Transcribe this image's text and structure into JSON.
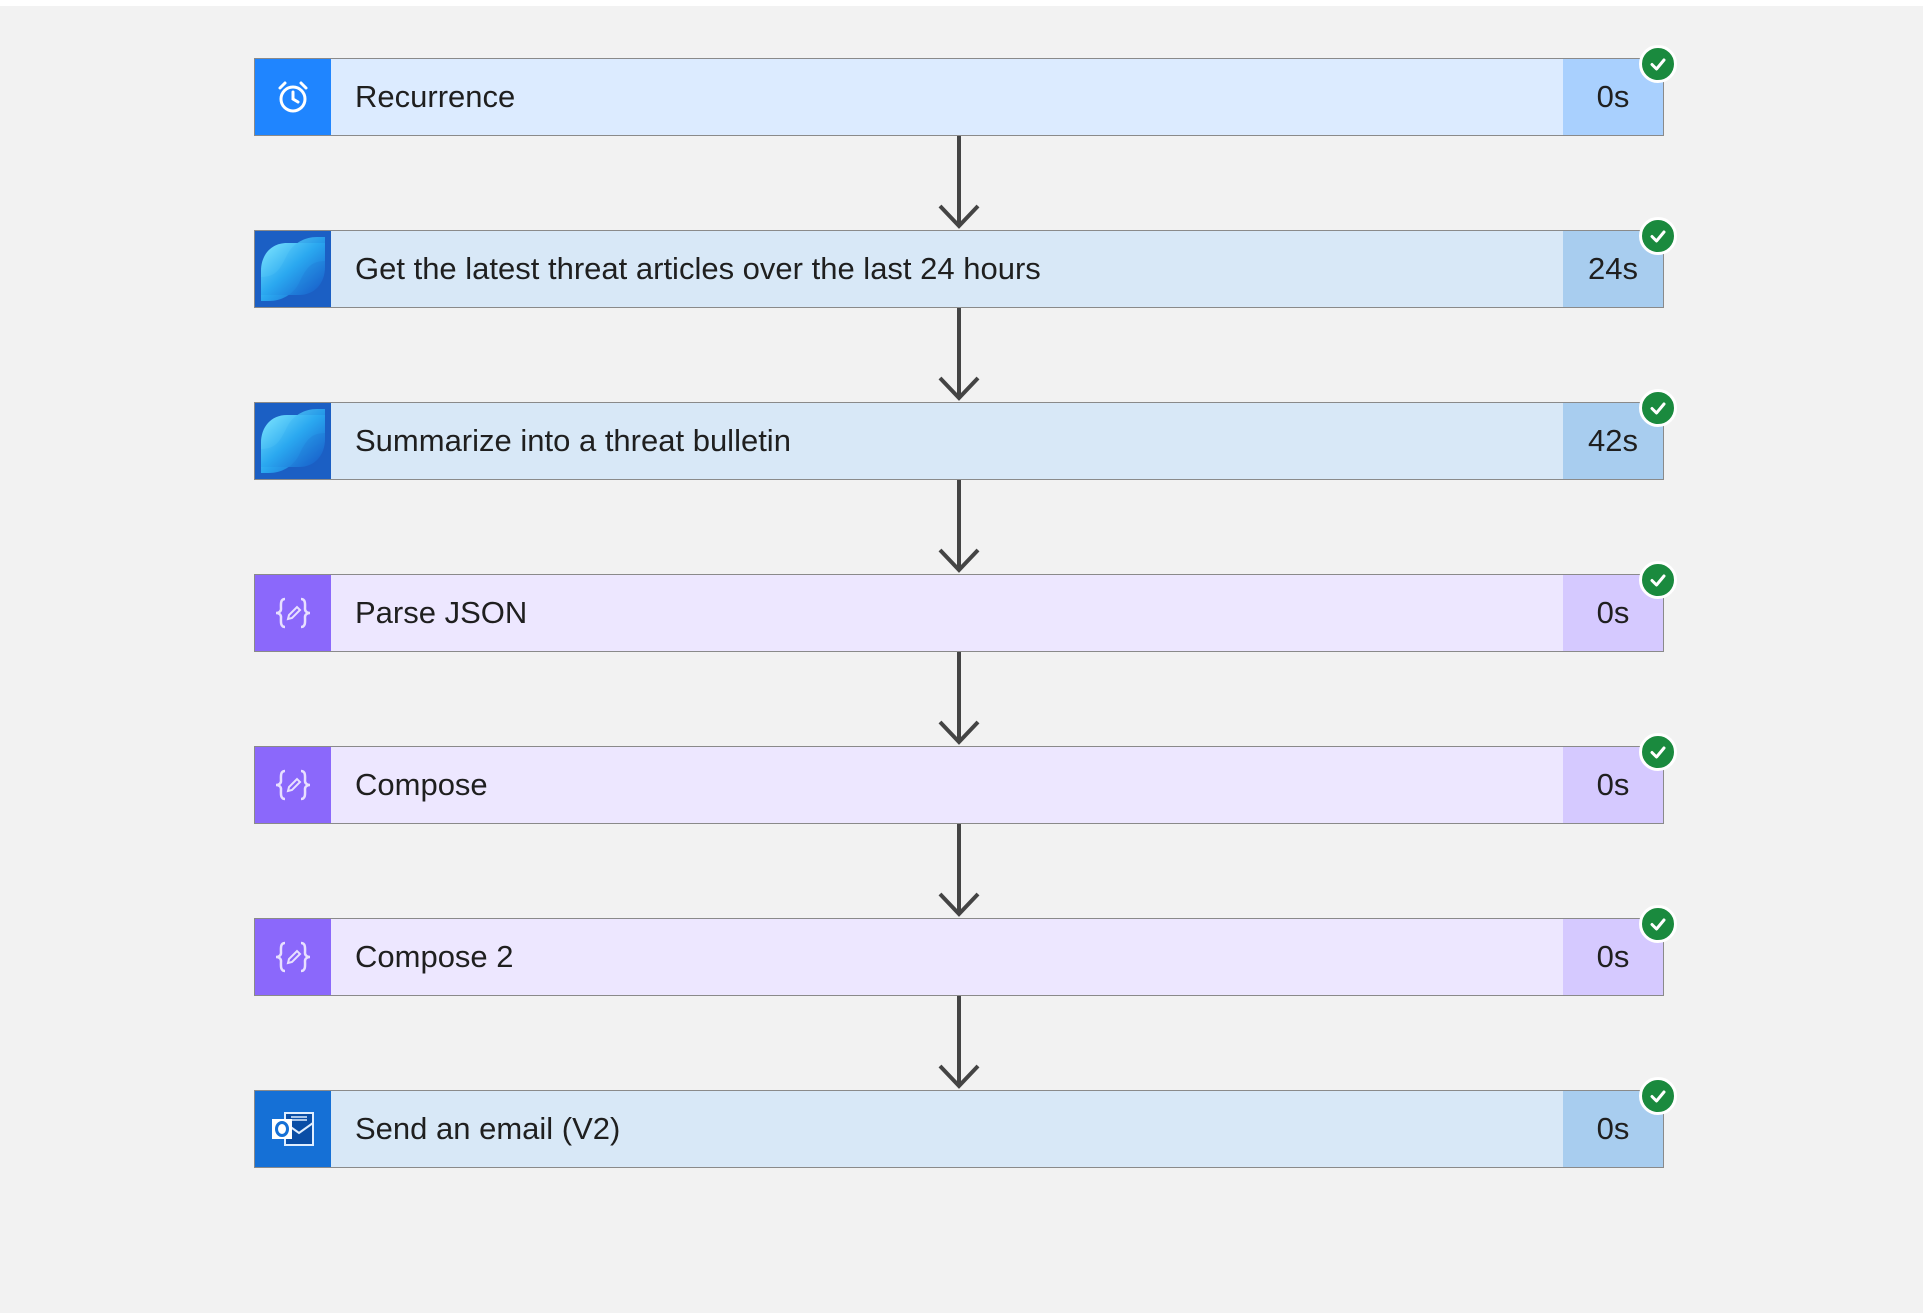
{
  "flow": {
    "steps": [
      {
        "label": "Recurrence",
        "duration": "0s",
        "icon": "alarm-clock-icon",
        "theme": "schedule",
        "status": "succeeded"
      },
      {
        "label": "Get the latest threat articles over the last 24 hours",
        "duration": "24s",
        "icon": "copilot-icon",
        "theme": "copilot",
        "status": "succeeded"
      },
      {
        "label": "Summarize into a threat bulletin",
        "duration": "42s",
        "icon": "copilot-icon",
        "theme": "copilot",
        "status": "succeeded"
      },
      {
        "label": "Parse JSON",
        "duration": "0s",
        "icon": "data-operation-icon",
        "theme": "data",
        "status": "succeeded"
      },
      {
        "label": "Compose",
        "duration": "0s",
        "icon": "data-operation-icon",
        "theme": "data",
        "status": "succeeded"
      },
      {
        "label": "Compose 2",
        "duration": "0s",
        "icon": "data-operation-icon",
        "theme": "data",
        "status": "succeeded"
      },
      {
        "label": "Send an email (V2)",
        "duration": "0s",
        "icon": "outlook-icon",
        "theme": "outlook",
        "status": "succeeded"
      }
    ]
  },
  "colors": {
    "canvas_bg": "#f2f2f2",
    "success": "#1a8a3e",
    "connector": "#444444"
  }
}
